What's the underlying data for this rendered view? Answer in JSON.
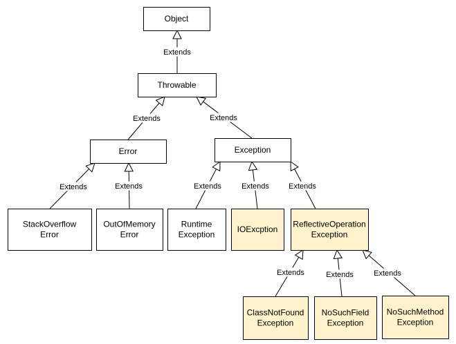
{
  "colors": {
    "default_fill": "#ffffff",
    "highlight_fill": "#fff2cc",
    "highlight_stroke": "#d6b656",
    "stroke": "#000000"
  },
  "nodes": {
    "object": {
      "lines": [
        "Object"
      ],
      "highlighted": false
    },
    "throwable": {
      "lines": [
        "Throwable"
      ],
      "highlighted": false
    },
    "error": {
      "lines": [
        "Error"
      ],
      "highlighted": false
    },
    "exception": {
      "lines": [
        "Exception"
      ],
      "highlighted": false
    },
    "stackoverflow": {
      "lines": [
        "StackOverflow",
        "Error"
      ],
      "highlighted": false
    },
    "outofmemory": {
      "lines": [
        "OutOfMemory",
        "Error"
      ],
      "highlighted": false
    },
    "runtime": {
      "lines": [
        "Runtime",
        "Exception"
      ],
      "highlighted": false
    },
    "ioexception": {
      "lines": [
        "IOExcption"
      ],
      "highlighted": true
    },
    "reflective": {
      "lines": [
        "ReflectiveOperation",
        "Exception"
      ],
      "highlighted": true
    },
    "classnotfound": {
      "lines": [
        "ClassNotFound",
        "Exception"
      ],
      "highlighted": true
    },
    "nosuchfield": {
      "lines": [
        "NoSuchField",
        "Exception"
      ],
      "highlighted": true
    },
    "nosuchmethod": {
      "lines": [
        "NoSuchMethod",
        "Exception"
      ],
      "highlighted": true
    }
  },
  "edges": [
    {
      "from": "throwable",
      "to": "object",
      "label": "Extends"
    },
    {
      "from": "error",
      "to": "throwable",
      "label": "Extends"
    },
    {
      "from": "exception",
      "to": "throwable",
      "label": "Extends"
    },
    {
      "from": "stackoverflow",
      "to": "error",
      "label": "Extends"
    },
    {
      "from": "outofmemory",
      "to": "error",
      "label": "Extends"
    },
    {
      "from": "runtime",
      "to": "exception",
      "label": "Extends"
    },
    {
      "from": "ioexception",
      "to": "exception",
      "label": "Extends"
    },
    {
      "from": "reflective",
      "to": "exception",
      "label": "Extends"
    },
    {
      "from": "classnotfound",
      "to": "reflective",
      "label": "Extends"
    },
    {
      "from": "nosuchfield",
      "to": "reflective",
      "label": "Extends"
    },
    {
      "from": "nosuchmethod",
      "to": "reflective",
      "label": "Extends"
    }
  ]
}
